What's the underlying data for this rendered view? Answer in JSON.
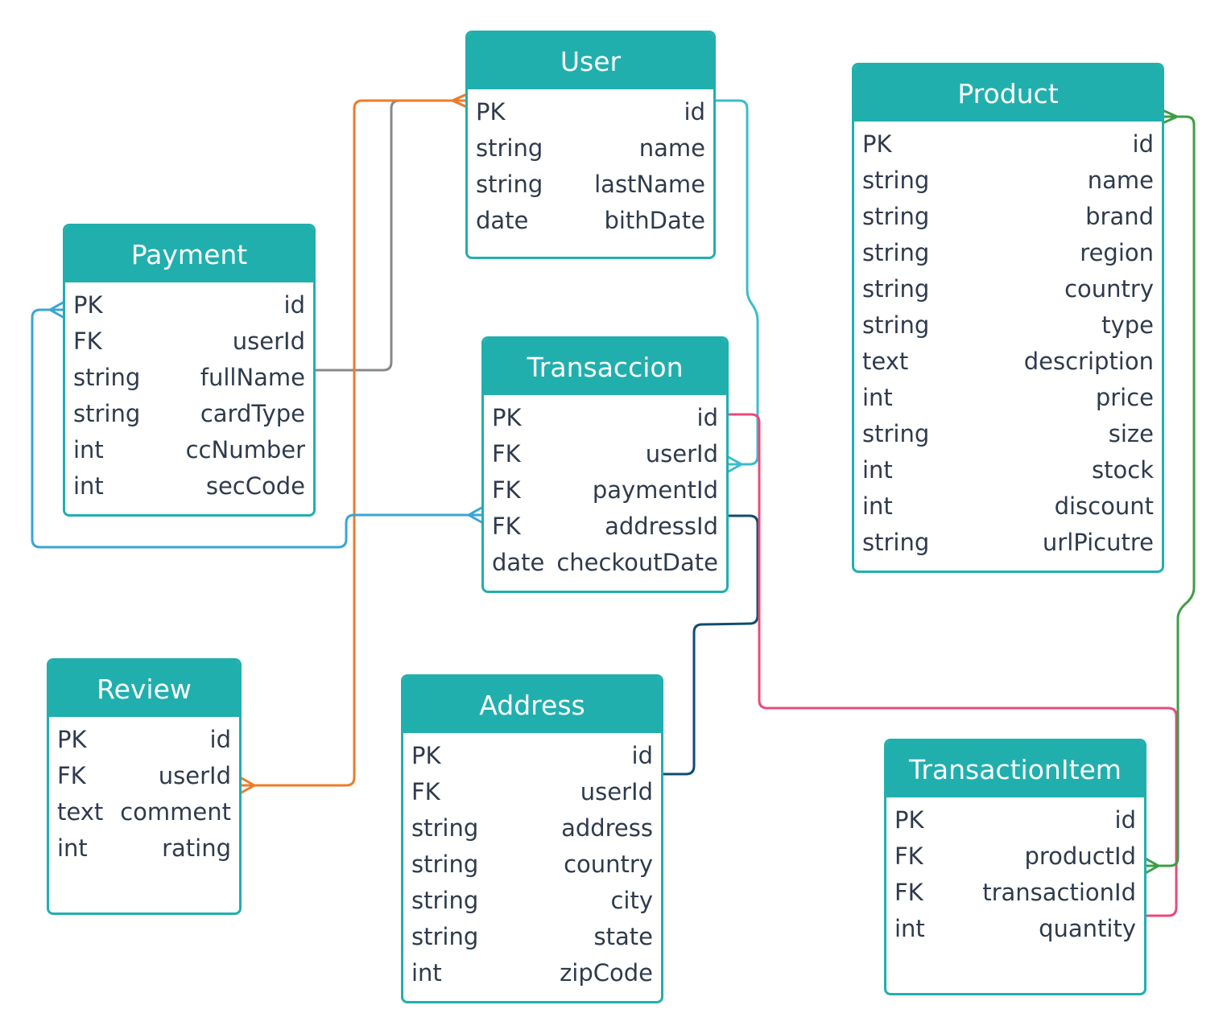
{
  "colors": {
    "entity_accent": "#21afae",
    "text": "#2f3b4c",
    "user_payment_link": "#888888",
    "user_review_link": "#ef7b28",
    "user_transaccion_link": "#3bbccc",
    "payment_transaccion_link": "#3aa6d4",
    "address_transaccion_link": "#0e4d6e",
    "transaccion_transactionitem_link": "#ea4a7a",
    "product_transactionitem_link": "#3e9d45"
  },
  "entities": {
    "user": {
      "title": "User",
      "fields": [
        {
          "type": "PK",
          "name": "id"
        },
        {
          "type": "string",
          "name": "name"
        },
        {
          "type": "string",
          "name": "lastName"
        },
        {
          "type": "date",
          "name": "bithDate"
        }
      ]
    },
    "product": {
      "title": "Product",
      "fields": [
        {
          "type": "PK",
          "name": "id"
        },
        {
          "type": "string",
          "name": "name"
        },
        {
          "type": "string",
          "name": "brand"
        },
        {
          "type": "string",
          "name": "region"
        },
        {
          "type": "string",
          "name": "country"
        },
        {
          "type": "string",
          "name": "type"
        },
        {
          "type": "text",
          "name": "description"
        },
        {
          "type": "int",
          "name": "price"
        },
        {
          "type": "string",
          "name": "size"
        },
        {
          "type": "int",
          "name": "stock"
        },
        {
          "type": "int",
          "name": "discount"
        },
        {
          "type": "string",
          "name": "urlPicutre"
        }
      ]
    },
    "payment": {
      "title": "Payment",
      "fields": [
        {
          "type": "PK",
          "name": "id"
        },
        {
          "type": "FK",
          "name": "userId"
        },
        {
          "type": "string",
          "name": "fullName"
        },
        {
          "type": "string",
          "name": "cardType"
        },
        {
          "type": "int",
          "name": "ccNumber"
        },
        {
          "type": "int",
          "name": "secCode"
        }
      ]
    },
    "transaccion": {
      "title": "Transaccion",
      "fields": [
        {
          "type": "PK",
          "name": "id"
        },
        {
          "type": "FK",
          "name": "userId"
        },
        {
          "type": "FK",
          "name": "paymentId"
        },
        {
          "type": "FK",
          "name": "addressId"
        },
        {
          "type": "date",
          "name": "checkoutDate"
        }
      ]
    },
    "review": {
      "title": "Review",
      "fields": [
        {
          "type": "PK",
          "name": "id"
        },
        {
          "type": "FK",
          "name": "userId"
        },
        {
          "type": "text",
          "name": "comment"
        },
        {
          "type": "int",
          "name": "rating"
        }
      ]
    },
    "address": {
      "title": "Address",
      "fields": [
        {
          "type": "PK",
          "name": "id"
        },
        {
          "type": "FK",
          "name": "userId"
        },
        {
          "type": "string",
          "name": "address"
        },
        {
          "type": "string",
          "name": "country"
        },
        {
          "type": "string",
          "name": "city"
        },
        {
          "type": "string",
          "name": "state"
        },
        {
          "type": "int",
          "name": "zipCode"
        }
      ]
    },
    "transactionitem": {
      "title": "TransactionItem",
      "fields": [
        {
          "type": "PK",
          "name": "id"
        },
        {
          "type": "FK",
          "name": "productId"
        },
        {
          "type": "FK",
          "name": "transactionId"
        },
        {
          "type": "int",
          "name": "quantity"
        }
      ]
    }
  }
}
